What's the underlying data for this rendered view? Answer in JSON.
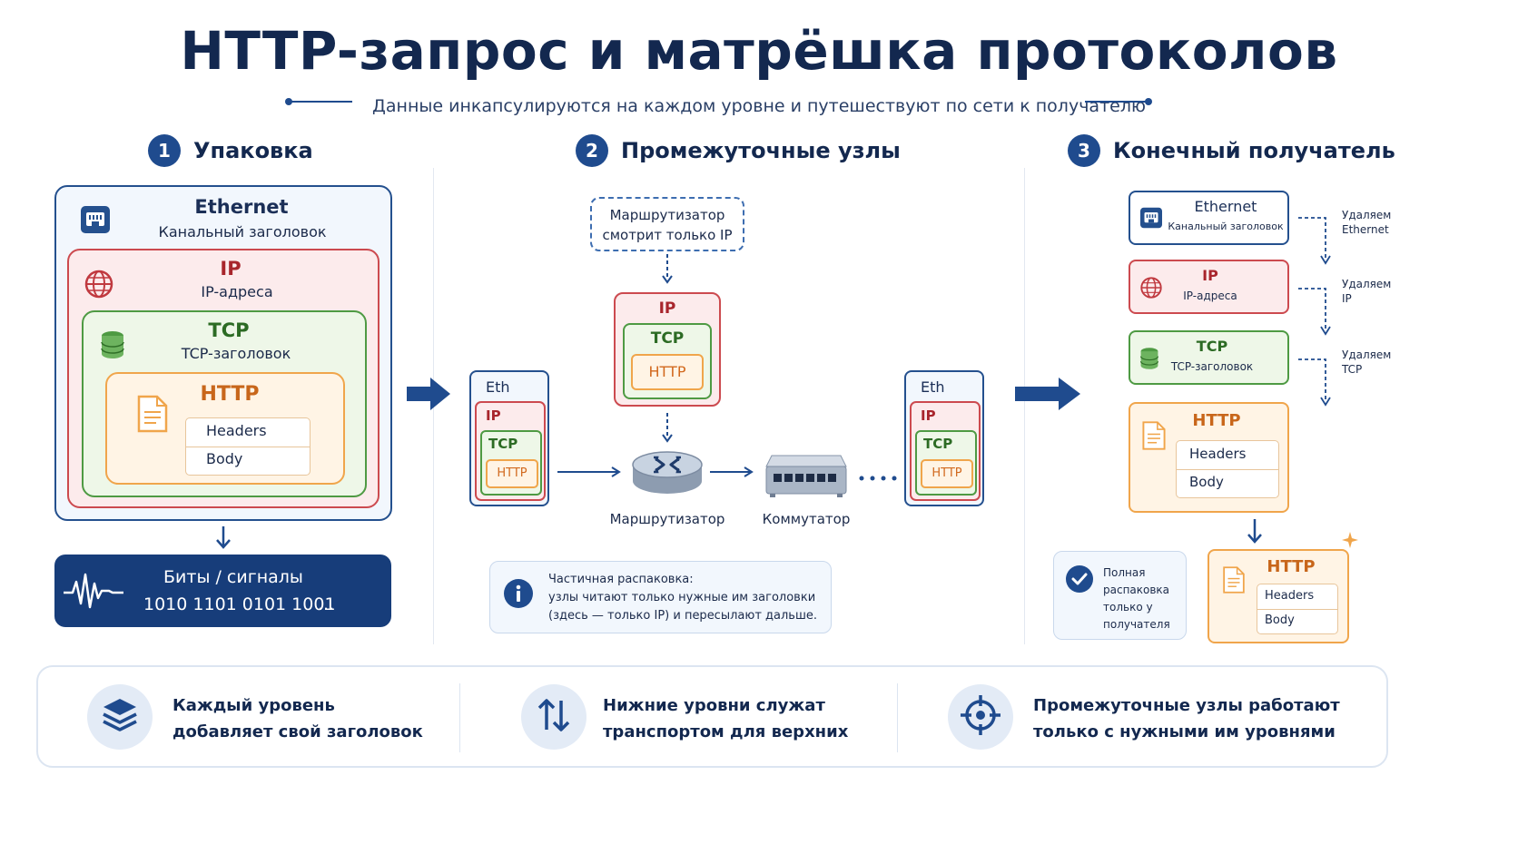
{
  "title": "HTTP-запрос и матрёшка протоколов",
  "subtitle": "Данные инкапсулируются на каждом уровне и путешествуют по сети к получателю",
  "sections": [
    {
      "num": "1",
      "label": "Упаковка"
    },
    {
      "num": "2",
      "label": "Промежуточные узлы"
    },
    {
      "num": "3",
      "label": "Конечный получатель"
    }
  ],
  "packing": {
    "eth_title": "Ethernet",
    "eth_sub": "Канальный заголовок",
    "ip_title": "IP",
    "ip_sub": "IP-адреса",
    "tcp_title": "TCP",
    "tcp_sub": "TCP-заголовок",
    "http_title": "HTTP",
    "headers": "Headers",
    "body": "Body"
  },
  "bits": {
    "label": "Биты / сигналы",
    "value": "1010 1101 0101 1001",
    "ellipsis": "..."
  },
  "middle": {
    "router_note_line1": "Маршрутизатор",
    "router_note_line2": "смотрит только IP",
    "ip": "IP",
    "tcp": "TCP",
    "http": "HTTP",
    "eth": "Eth",
    "router_label": "Маршрутизатор",
    "switch_label": "Коммутатор",
    "info_line1": "Частичная распаковка:",
    "info_line2": "узлы читают только нужные им заголовки",
    "info_line3": "(здесь — только IP) и пересылают дальше."
  },
  "receiver": {
    "eth_title": "Ethernet",
    "eth_sub": "Канальный заголовок",
    "ip_title": "IP",
    "ip_sub": "IP-адреса",
    "tcp_title": "TCP",
    "tcp_sub": "TCP-заголовок",
    "http_title": "HTTP",
    "headers": "Headers",
    "body": "Body",
    "remove_eth_1": "Удаляем",
    "remove_eth_2": "Ethernet",
    "remove_ip_1": "Удаляем",
    "remove_ip_2": "IP",
    "remove_tcp_1": "Удаляем",
    "remove_tcp_2": "TCP",
    "full_1": "Полная",
    "full_2": "распаковка",
    "full_3": "только у",
    "full_4": "получателя",
    "final_http": "HTTP",
    "final_headers": "Headers",
    "final_body": "Body"
  },
  "footer": [
    {
      "line1": "Каждый уровень",
      "line2": "добавляет свой заголовок",
      "icon": "layers-icon"
    },
    {
      "line1": "Нижние уровни служат",
      "line2": "транспортом для верхних",
      "icon": "up-down-arrows-icon"
    },
    {
      "line1": "Промежуточные узлы работают",
      "line2": "только с нужными им уровнями",
      "icon": "target-icon"
    }
  ],
  "colors": {
    "navy": "#13284f",
    "accent": "#1f4b8e",
    "ethernet": "#24508e",
    "ip": "#cc4a4f",
    "tcp": "#4e9a43",
    "http": "#f0a54b"
  }
}
